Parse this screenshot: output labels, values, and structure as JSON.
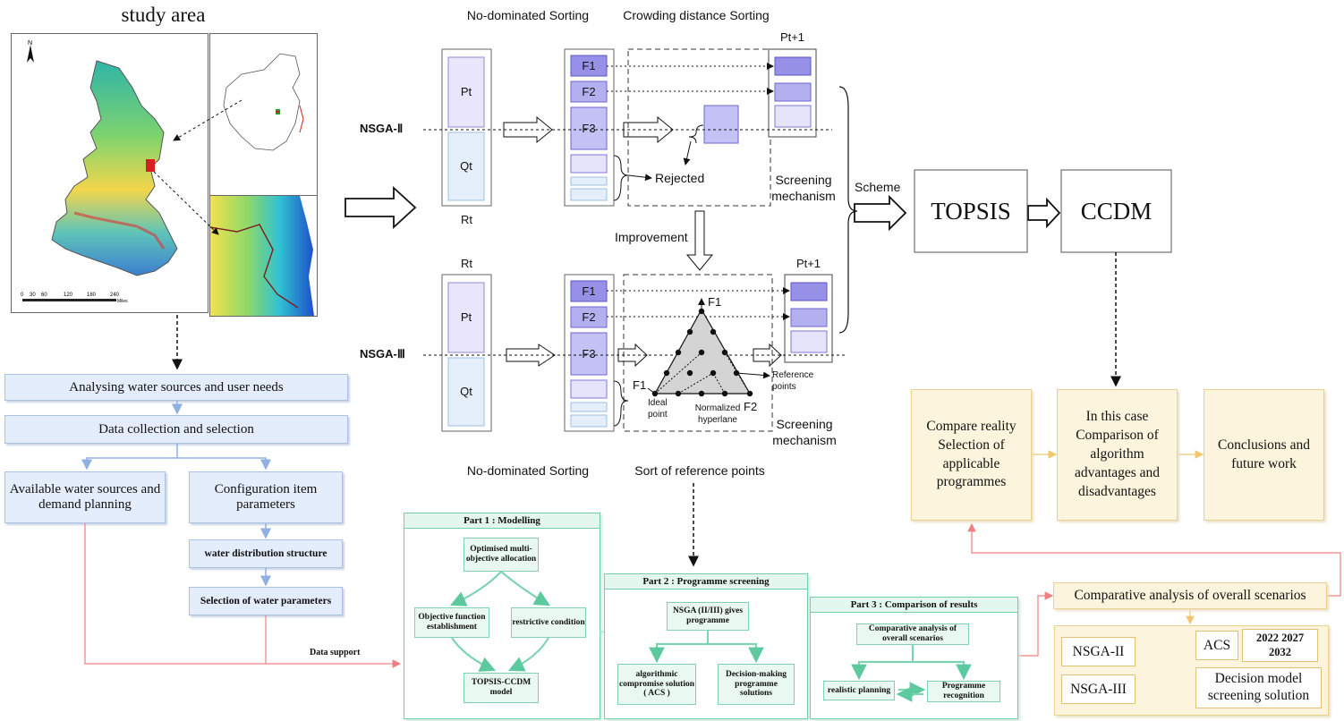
{
  "study_area": {
    "title": "study area",
    "north": "N",
    "scale_ticks": [
      "0",
      "30",
      "60",
      "120",
      "180",
      "240"
    ],
    "scale_unit": "Miles"
  },
  "left_flow": {
    "step1": "Analysing water sources and user needs",
    "step2": "Data collection and selection",
    "step3a": "Available water sources and demand planning",
    "step3b": "Configuration item parameters",
    "step4": "water distribution structure",
    "step5": "Selection of water parameters",
    "data_support": "Data support"
  },
  "nsga": {
    "top_left_title": "No-dominated Sorting",
    "top_mid_title": "Crowding distance Sorting",
    "nsga2_label": "NSGA-Ⅱ",
    "nsga3_label": "NSGA-Ⅲ",
    "pt": "Pt",
    "qt": "Qt",
    "rt": "Rt",
    "f1": "F1",
    "f2": "F2",
    "f3": "F3",
    "pt1": "Pt+1",
    "rejected": "Rejected",
    "screening": "Screening mechanism",
    "improvement": "Improvement",
    "ideal_point": "Ideal point",
    "normalized": "Normalized hyperlane",
    "reference_points": "Reference points",
    "bottom_left_title": "No-dominated Sorting",
    "bottom_mid_title": "Sort of reference points",
    "scheme": "Scheme"
  },
  "main_flow": {
    "topsis": "TOPSIS",
    "ccdm": "CCDM"
  },
  "parts": {
    "part1": {
      "title": "Part 1 : Modelling",
      "n1": "Optimised multi-objective allocation",
      "n2": "Objective function establishment",
      "n3": "restrictive condition",
      "n4": "TOPSIS-CCDM model"
    },
    "part2": {
      "title": "Part 2 : Programme screening",
      "n1": "NSGA (II/III) gives programme",
      "n2": "algorithmic compromise solution ( ACS )",
      "n3": "Decision-making programme solutions"
    },
    "part3": {
      "title": "Part 3 : Comparison of results",
      "n1": "Comparative analysis of overall scenarios",
      "n2": "realistic planning",
      "n3": "Programme recognition"
    }
  },
  "results": {
    "r1": "Compare reality Selection of applicable programmes",
    "r2": "In this case Comparison of algorithm advantages and disadvantages",
    "r3": "Conclusions and future work",
    "comparative": "Comparative analysis of overall scenarios",
    "nsga2": "NSGA-II",
    "nsga3": "NSGA-III",
    "acs": "ACS",
    "years": "2022 2027 2032",
    "decision": "Decision model screening solution"
  }
}
